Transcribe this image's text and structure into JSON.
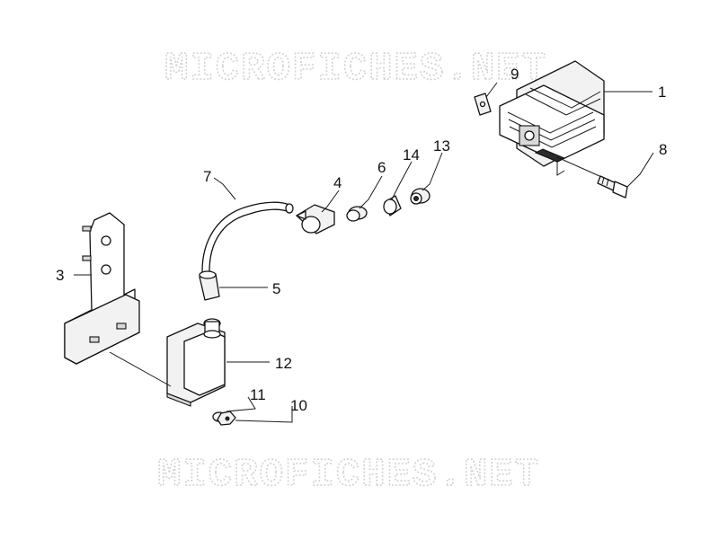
{
  "watermark": {
    "text": "MICROFICHES.NET"
  },
  "callouts": {
    "c1": "1",
    "c3": "3",
    "c4": "4",
    "c5": "5",
    "c6": "6",
    "c7": "7",
    "c8": "8",
    "c9": "9",
    "c10": "10",
    "c11": "11",
    "c12": "12",
    "c13": "13",
    "c14": "14"
  }
}
